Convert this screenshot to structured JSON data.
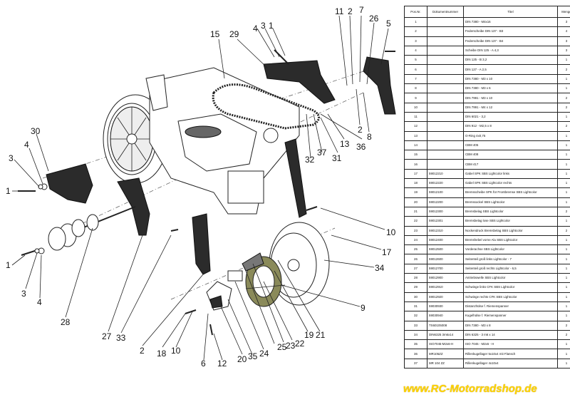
{
  "table": {
    "headers": [
      "Pos.Nr.",
      "Dokumentnummer",
      "Titel",
      "Menge"
    ],
    "rows": [
      [
        "1",
        "",
        "DIN 7380 - M4x16",
        "3"
      ],
      [
        "2",
        "",
        "Federscheibe DIN 137 - B3",
        "4"
      ],
      [
        "3",
        "",
        "Federscheibe DIN 137 - B4",
        "3"
      ],
      [
        "4",
        "",
        "Scheibe DIN 125 - A 4,3",
        "3"
      ],
      [
        "5",
        "",
        "DIN 125 - B 3,2",
        "1"
      ],
      [
        "6",
        "",
        "DIN 127 - A 2,5",
        "2"
      ],
      [
        "7",
        "",
        "DIN 7380 - M3 x 10",
        "1"
      ],
      [
        "8",
        "",
        "DIN 7380 - M3 x 6",
        "1"
      ],
      [
        "9",
        "",
        "DIN 7991 - M3 x 10",
        "2"
      ],
      [
        "10",
        "",
        "DIN 7991 - M4 x 12",
        "2"
      ],
      [
        "11",
        "",
        "DIN 6021 - 3,2",
        "1"
      ],
      [
        "12",
        "",
        "DIN 912 - M2,5 x 8",
        "2"
      ],
      [
        "13",
        "",
        "O-Ring 4x0,75",
        "1"
      ],
      [
        "14",
        "",
        "CBM 405",
        "1"
      ],
      [
        "15",
        "",
        "CBM 408",
        "1"
      ],
      [
        "16",
        "",
        "CBM 417",
        "1"
      ],
      [
        "17",
        "59012210",
        "Gabel SPK SBS Lightcolor links",
        "1"
      ],
      [
        "18",
        "59012220",
        "Gabel SPK SBS Lightcolor rechts",
        "1"
      ],
      [
        "19",
        "59012100",
        "Bremsscheibe SPK für Frontbremse SBS Lightcolor",
        "1"
      ],
      [
        "20",
        "59012200",
        "Bremssockel SBS Lightcolor",
        "1"
      ],
      [
        "21",
        "59012300",
        "Bremsbelag SBS Lightcolor",
        "2"
      ],
      [
        "22",
        "59012301",
        "Bremsbelag lose SBS Lightcolor",
        "1"
      ],
      [
        "23",
        "59012310",
        "Nockendruck Bremsbelag SBS Lightcolor",
        "2"
      ],
      [
        "24",
        "59012400",
        "Bremshebel vorne Alu SBS Lightcolor",
        "1"
      ],
      [
        "25",
        "59012500",
        "Vorderachse SBS Lightcolor",
        "1"
      ],
      [
        "26",
        "59012600",
        "Seitenteil groß links Lightcolor - 7",
        "1"
      ],
      [
        "27",
        "59012700",
        "Seitenteil groß rechts Lightcolor - 6,5",
        "1"
      ],
      [
        "28",
        "59012900",
        "Antriebswelle SBS Lightcolor",
        "1"
      ],
      [
        "29",
        "59012910",
        "Schwinge links CFK SBS Lightcolor",
        "1"
      ],
      [
        "30",
        "59012920",
        "Schwinge rechts CFK SBS Lightcolor",
        "1"
      ],
      [
        "31",
        "59030930",
        "Distanzhülse f. Riemenspanner",
        "1"
      ],
      [
        "32",
        "59030940",
        "Kugelhülse f. Riemenspanner",
        "1"
      ],
      [
        "33",
        "TS60105008",
        "DIN 7380 - M3 x 8",
        "2"
      ],
      [
        "34",
        "DIN6325 3m6x14",
        "DIN 6325 - 3 m6 x 14",
        "2"
      ],
      [
        "35",
        "ISO7045-M2x6-H",
        "ISO 7045 - M2x6 - H",
        "1"
      ],
      [
        "36",
        "MR105ZZ",
        "Rillenkugellager 5x10x4 mit Flansch",
        "1"
      ],
      [
        "37",
        "MR 104 ZZ",
        "Rillenkugellager 4x10x4",
        "1"
      ]
    ]
  },
  "callouts": {
    "n1": "1",
    "n2": "2",
    "n3": "3",
    "n4": "4",
    "n5": "5",
    "n6": "6",
    "n7": "7",
    "n8": "8",
    "n9": "9",
    "n10": "10",
    "n11": "11",
    "n12": "12",
    "n13": "13",
    "n15": "15",
    "n17": "17",
    "n18": "18",
    "n19": "19",
    "n20": "20",
    "n21": "21",
    "n22": "22",
    "n23": "23",
    "n24": "24",
    "n25": "25",
    "n26": "26",
    "n27": "27",
    "n28": "28",
    "n29": "29",
    "n30": "30",
    "n31": "31",
    "n32": "32",
    "n33": "33",
    "n34": "34",
    "n35": "35",
    "n36": "36",
    "n37": "37"
  },
  "watermark": "www.RC-Motorradshop.de",
  "colors": {
    "watermark": "#ffd400",
    "line": "#222222",
    "carbon": "#2b2b2b"
  }
}
